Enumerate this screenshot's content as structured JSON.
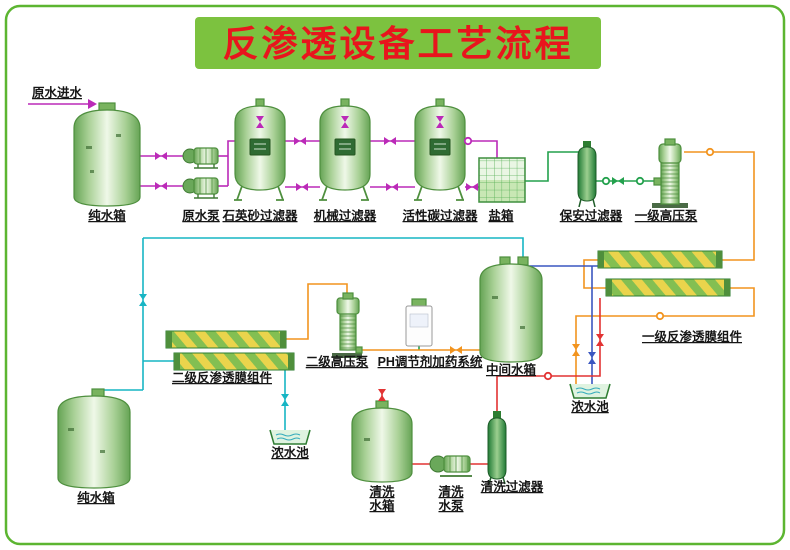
{
  "title": "反渗透设备工艺流程",
  "labels": {
    "raw_water_inlet": "原水进水",
    "pure_water_tank_top": "纯水箱",
    "raw_water_pump": "原水泵",
    "quartz_sand_filter": "石英砂过滤器",
    "mechanical_filter": "机械过滤器",
    "activated_carbon_filter": "活性碳过滤器",
    "salt_tank": "盐箱",
    "security_filter": "保安过滤器",
    "stage1_high_pressure_pump": "一级高压泵",
    "stage1_ro_membrane": "一级反渗透膜组件",
    "stage2_ro_membrane": "二级反渗透膜组件",
    "stage2_high_pressure_pump": "二级高压泵",
    "ph_dosing_system": "PH调节剂加药系统",
    "intermediate_tank": "中间水箱",
    "concentrate_pool_right": "浓水池",
    "concentrate_pool_left": "浓水池",
    "pure_water_tank_bottom": "纯水箱",
    "cleaning_tank_line1": "清洗",
    "cleaning_tank_line2": "水箱",
    "cleaning_pump_line1": "清洗",
    "cleaning_pump_line2": "水泵",
    "cleaning_filter": "清洗过滤器"
  },
  "colors": {
    "banner_green": "#7cc23f",
    "title_red": "#e8151d",
    "border_green": "#5cb531",
    "pipe_magenta": "#bb2ab8",
    "pipe_green": "#23a14d",
    "pipe_orange": "#f2941f",
    "pipe_blue": "#3a57c0",
    "pipe_cyan": "#17b5c4",
    "pipe_red": "#e23333",
    "vessel_green": "#7ab661",
    "membrane_stripe_yellow": "#ead44c",
    "membrane_stripe_green": "#83bf52"
  }
}
